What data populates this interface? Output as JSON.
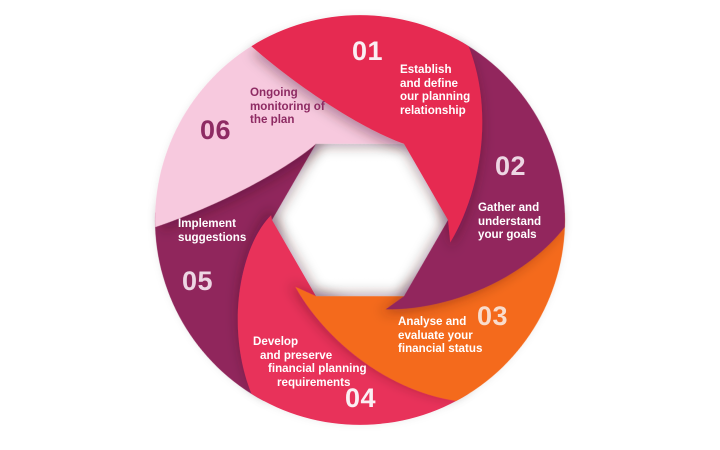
{
  "diagram": {
    "type": "process-cycle",
    "step_count": 6,
    "background_color": "#ffffff",
    "steps": [
      {
        "number": "01",
        "label": "Establish and define our planning relationship",
        "label_lines": [
          "Establish",
          "and define",
          "our planning",
          "relationship"
        ],
        "blade_color": "#E62951",
        "label_color": "#FFFFFF",
        "number_color": "#FAEFF3"
      },
      {
        "number": "02",
        "label": "Gather and understand your goals",
        "label_lines": [
          "Gather and",
          "understand",
          "your goals"
        ],
        "blade_color": "#92285D",
        "label_color": "#FFFFFF",
        "number_color": "#EDD6E3"
      },
      {
        "number": "03",
        "label": "Analyse and evaluate your financial status",
        "label_lines": [
          "Analyse and",
          "evaluate your",
          "financial status"
        ],
        "blade_color": "#F46A1E",
        "label_color": "#FFFFFF",
        "number_color": "#F9DCCC"
      },
      {
        "number": "04",
        "label": "Develop and preserve financial planning requirements",
        "label_lines": [
          "Develop",
          "and preserve",
          "financial planning",
          "requirements"
        ],
        "blade_color": "#E8305A",
        "label_color": "#FFFFFF",
        "number_color": "#FAEFF3"
      },
      {
        "number": "05",
        "label": "Implement suggestions",
        "label_lines": [
          "Implement",
          "suggestions"
        ],
        "blade_color": "#90275B",
        "label_color": "#FFFFFF",
        "number_color": "#EDD6E3"
      },
      {
        "number": "06",
        "label": "Ongoing monitoring of the plan",
        "label_lines": [
          "Ongoing",
          "monitoring of",
          "the plan"
        ],
        "blade_color": "#F7C9DE",
        "label_color": "#8E2B63",
        "number_color": "#8E2B63"
      }
    ]
  }
}
